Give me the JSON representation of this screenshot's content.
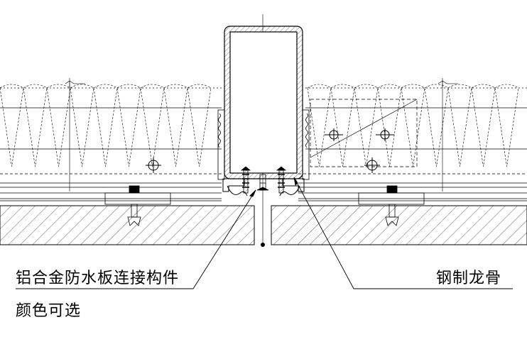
{
  "annotations": {
    "left_label_line1": "铝合金防水板连接构件",
    "left_label_line2": "颜色可选",
    "right_label": "钢制龙骨"
  },
  "colors": {
    "line": "#000000",
    "background": "#ffffff"
  }
}
